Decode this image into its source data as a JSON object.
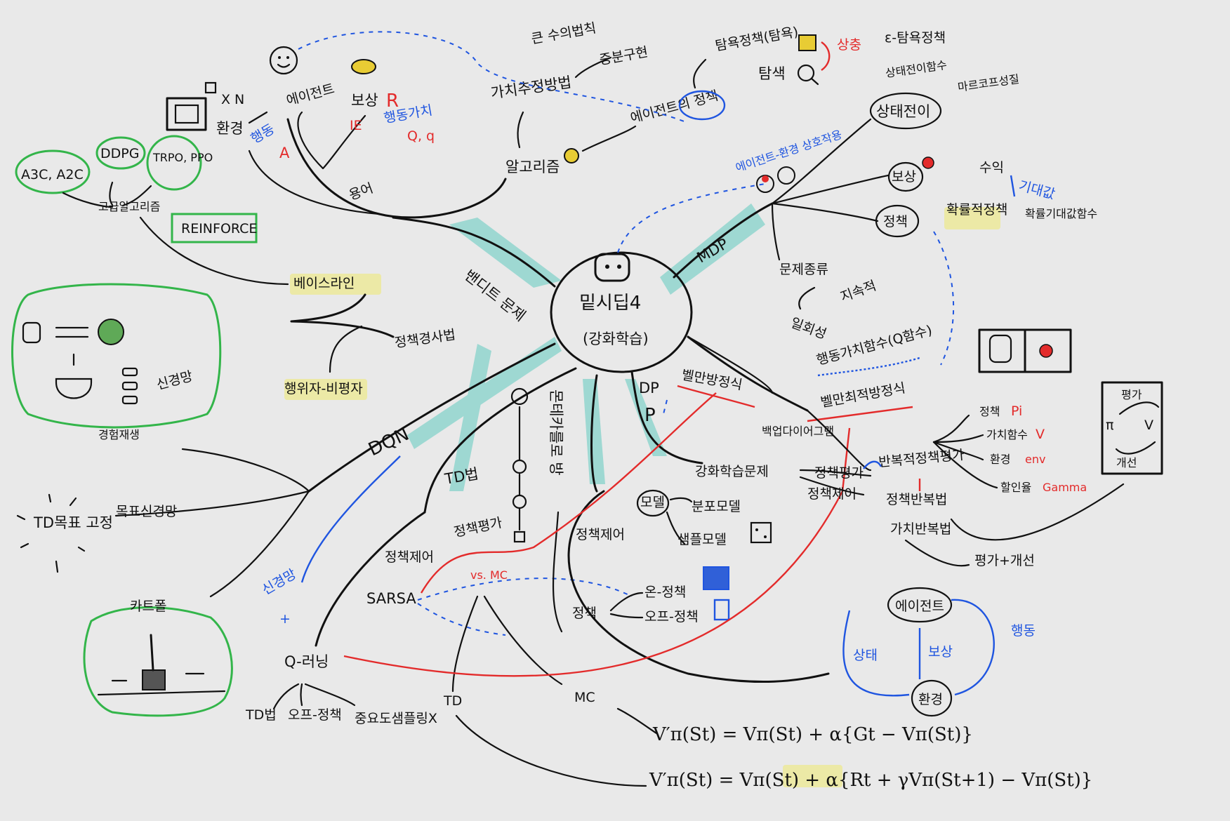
{
  "center": {
    "title": "밑시딥4",
    "subtitle": "(강화학습)"
  },
  "branches": {
    "bandit": "밴디트 문제",
    "mdp": "MDP",
    "dp": "DP",
    "montecarlo": "몬테카를로 방",
    "td": "TD법",
    "dqn": "DQN"
  },
  "top": {
    "greedy_policy": "탐욕정책(탐욕)",
    "epsilon_greedy": "ε-탐욕정책",
    "explore": "탐색",
    "exploit_flag": "상충",
    "agent_policy": "에이전트의 정책",
    "value_est": "가치추정방법",
    "big_law": "큰 수의법칙",
    "incremental": "증분구현",
    "algorithm": "알고리즘",
    "terms": "용어",
    "agent": "에이전트",
    "reward": "보상",
    "reward_symbol": "R",
    "action_value_label": "행동가치",
    "qg": "Q, q",
    "env": "환경",
    "action": "행동",
    "action_symbol": "A",
    "xn": "X N",
    "ie": "IE"
  },
  "left": {
    "a3c": "A3C, A2C",
    "ddpg": "DDPG",
    "trpo": "TRPO, PPO",
    "advanced": "고급알고리즘",
    "reinforce": "REINFORCE",
    "baseline": "베이스라인",
    "policy_grad": "정책경사법",
    "actor_critic": "행위자-비평자",
    "experience_replay": "경험재생",
    "nn": "신경망",
    "td_fixed": "TD목표 고정",
    "target_net": "목표신경망",
    "cartpole": "카트폴"
  },
  "bottom": {
    "nn_plus": "신경망",
    "plus": "+",
    "q_learning": "Q-러닝",
    "td_method": "TD법",
    "off_policy": "오프-정책",
    "importance": "중요도샘플링X",
    "sarsa": "SARSA",
    "policy_control": "정책제어",
    "policy_eval": "정책평가",
    "vs_mc": "vs. MC",
    "policy_ctrl2": "정책제어",
    "policy": "정책",
    "on_policy": "온-정책",
    "off_policy2": "오프-정책",
    "td_short": "TD",
    "mc_short": "MC",
    "model": "모델",
    "distribution_model": "분포모델",
    "sample_model": "샘플모델",
    "formula1": "V′π(St) = Vπ(St) + α{Gt − Vπ(St)}",
    "formula2": "V′π(St) = Vπ(St) + α{Rt + γVπ(St+1) − Vπ(St)}"
  },
  "right": {
    "interaction": "에이전트-환경 상호작용",
    "state_trans": "상태전이",
    "state_trans_fn": "상태전이함수",
    "markov": "마르코프성질",
    "reward": "보상",
    "return": "수익",
    "policy": "정책",
    "prob_policy": "확률적정책",
    "expectation": "기대값",
    "prob_value_fn": "확률기대값함수",
    "problem_types": "문제종류",
    "continuous": "지속적",
    "episodic": "일회성",
    "action_value_fn": "행동가치함수(Q함수)",
    "bellman": "벨만방정식",
    "bellman_opt": "벨만최적방정식",
    "backup": "백업다이어그램",
    "dp_word": "P",
    "reinforcement": "강화학습문제",
    "policy_eval": "정책평가",
    "iterative": "반복적정책평가",
    "policy_ctrl": "정책제어",
    "policy_iter": "정책반복법",
    "value_iter": "가치반복법",
    "eval_improve": "평가+개선",
    "pi_label": "정책",
    "pi_sym": "Pi",
    "v_label": "가치함수",
    "v_sym": "V",
    "env_label": "환경",
    "env_sym": "env",
    "gamma_label": "할인율",
    "gamma_sym": "Gamma",
    "eval": "평가",
    "improve": "개선",
    "pi_small": "π",
    "v_small": "V",
    "loop_agent": "에이전트",
    "loop_env": "환경",
    "loop_state": "상태",
    "loop_reward": "보상",
    "loop_action": "행동"
  }
}
